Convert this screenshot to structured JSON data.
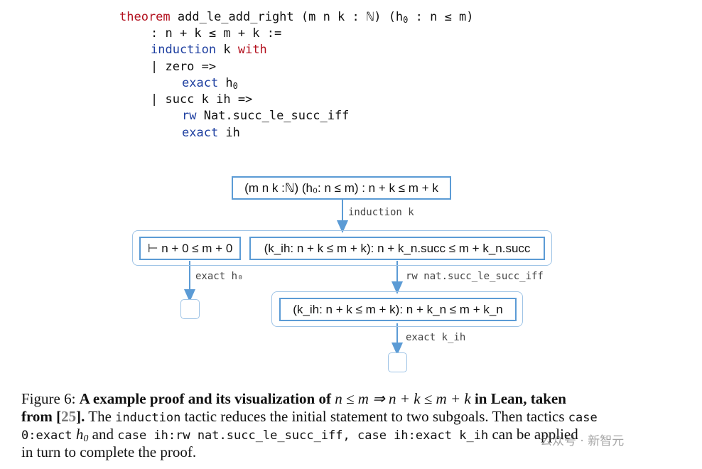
{
  "code": {
    "l1_kw": "theorem",
    "l1_rest": " add_le_add_right (m n k : ℕ) (h",
    "l1_sub": "0",
    "l1_end": " : n ≤ m)",
    "l2": ": n + k ≤ m + k :=",
    "l3_kw": "induction",
    "l3_mid": " k ",
    "l3_kw2": "with",
    "l4": "| zero =>",
    "l5_kw": "exact",
    "l5_rest": " h",
    "l5_sub": "0",
    "l6": "| succ k ih =>",
    "l7_kw": "rw",
    "l7_rest": " Nat.succ_le_succ_iff",
    "l8_kw": "exact",
    "l8_rest": " ih"
  },
  "diagram": {
    "root": "(m n k :ℕ) (h₀: n ≤ m) : n + k ≤ m + k",
    "edge_root": "induction k",
    "goal_zero": "⊢ n + 0 ≤ m + 0",
    "goal_succ": "(k_ih: n + k ≤ m + k):  n + k_n.succ ≤ m + k_n.succ",
    "edge_zero": "exact h₀",
    "edge_succ": "rw nat.succ_le_succ_iff",
    "goal_rw": "(k_ih: n + k ≤ m + k):  n + k_n ≤ m + k_n",
    "edge_final": "exact k_ih"
  },
  "caption": {
    "fig_label": "Figure 6:",
    "bold_a": "A example proof and its visualization of",
    "math_main": "n ≤ m ⇒ n + k ≤ m + k",
    "bold_b": "in Lean, taken",
    "bold_from": "from [",
    "ref": "25",
    "bold_end": "].",
    "t1": " The ",
    "code_induction": "induction",
    "t2": " tactic reduces the initial statement to two subgoals. Then tactics ",
    "code_case": "case",
    "code_case0": "0:exact",
    "math_h0": " h",
    "math_h0_sub": "0",
    "t3": " and ",
    "code_caseih": "case ih:rw nat.succ_le_succ_iff, case ih:exact k_ih",
    "t4": " can be applied",
    "t5": "in turn to complete the proof."
  },
  "watermark": "公众号 · 新智元",
  "colors": {
    "keyword_red": "#b3121f",
    "keyword_blue": "#1e3fa0",
    "node_border": "#5b9bd5",
    "group_border": "#9fc4e6",
    "arrow": "#5b9bd5"
  }
}
